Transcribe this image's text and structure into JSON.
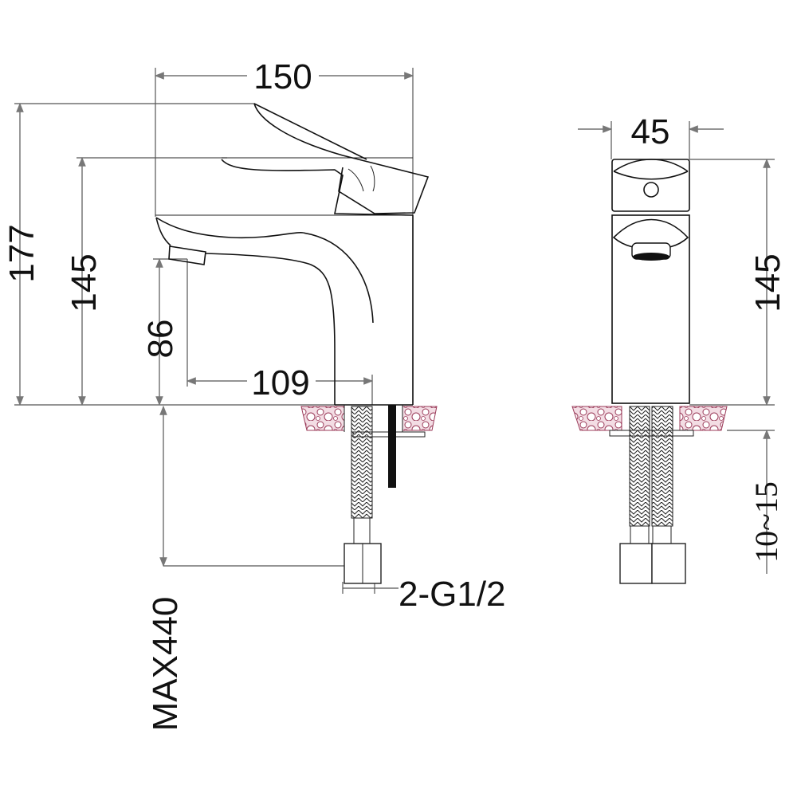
{
  "title": "Basin mixer faucet dimension drawing",
  "dimensions": {
    "overall_length": "150",
    "overall_height": "177",
    "body_height_side": "145",
    "spout_clearance": "86",
    "spout_reach": "109",
    "hose_length": "MAX440",
    "connection": "2-G1/2",
    "body_width": "45",
    "body_height_front": "145",
    "counter_thickness": "10~15"
  },
  "colors": {
    "line": "#111111",
    "dimension": "#555555",
    "counter_hatch": "#9b3b5a"
  }
}
